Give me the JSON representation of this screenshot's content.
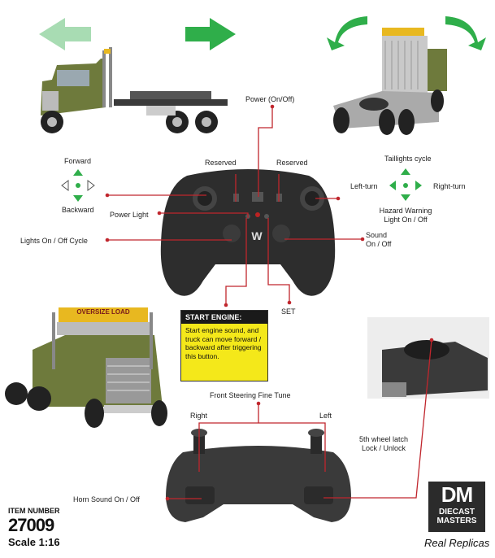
{
  "controls_top": {
    "power": "Power (On/Off)",
    "reserved_left": "Reserved",
    "reserved_right": "Reserved",
    "forward": "Forward",
    "backward": "Backward",
    "power_light": "Power Light",
    "lights_cycle": "Lights On / Off Cycle",
    "taillights": "Taillights cycle",
    "left_turn": "Left-turn",
    "right_turn": "Right-turn",
    "hazard_line1": "Hazard Warning",
    "hazard_line2": "Light On / Off",
    "sound_line1": "Sound",
    "sound_line2": "On / Off",
    "set": "SET"
  },
  "start_engine": {
    "title": "START ENGINE:",
    "body": "Start engine sound, and truck can move forward / backward after triggering this button."
  },
  "controls_bottom": {
    "steering": "Front Steering Fine Tune",
    "right": "Right",
    "left": "Left",
    "latch_line1": "5th wheel latch",
    "latch_line2": "Lock / Unlock",
    "horn": "Horn Sound On / Off"
  },
  "trailer_sign": "OVERSIZE LOAD",
  "item": {
    "label": "ITEM NUMBER",
    "number": "27009",
    "scale": "Scale 1:16"
  },
  "brand": {
    "mark": "DM",
    "line1": "DIECAST",
    "line2": "MASTERS",
    "tagline": "Real Replicas"
  },
  "colors": {
    "arrow_green": "#2fae4a",
    "arrow_light_green": "#a8dcb3",
    "line_red": "#c0262d",
    "box_yellow": "#f4e81a",
    "truck_green": "#6e7a3c"
  }
}
